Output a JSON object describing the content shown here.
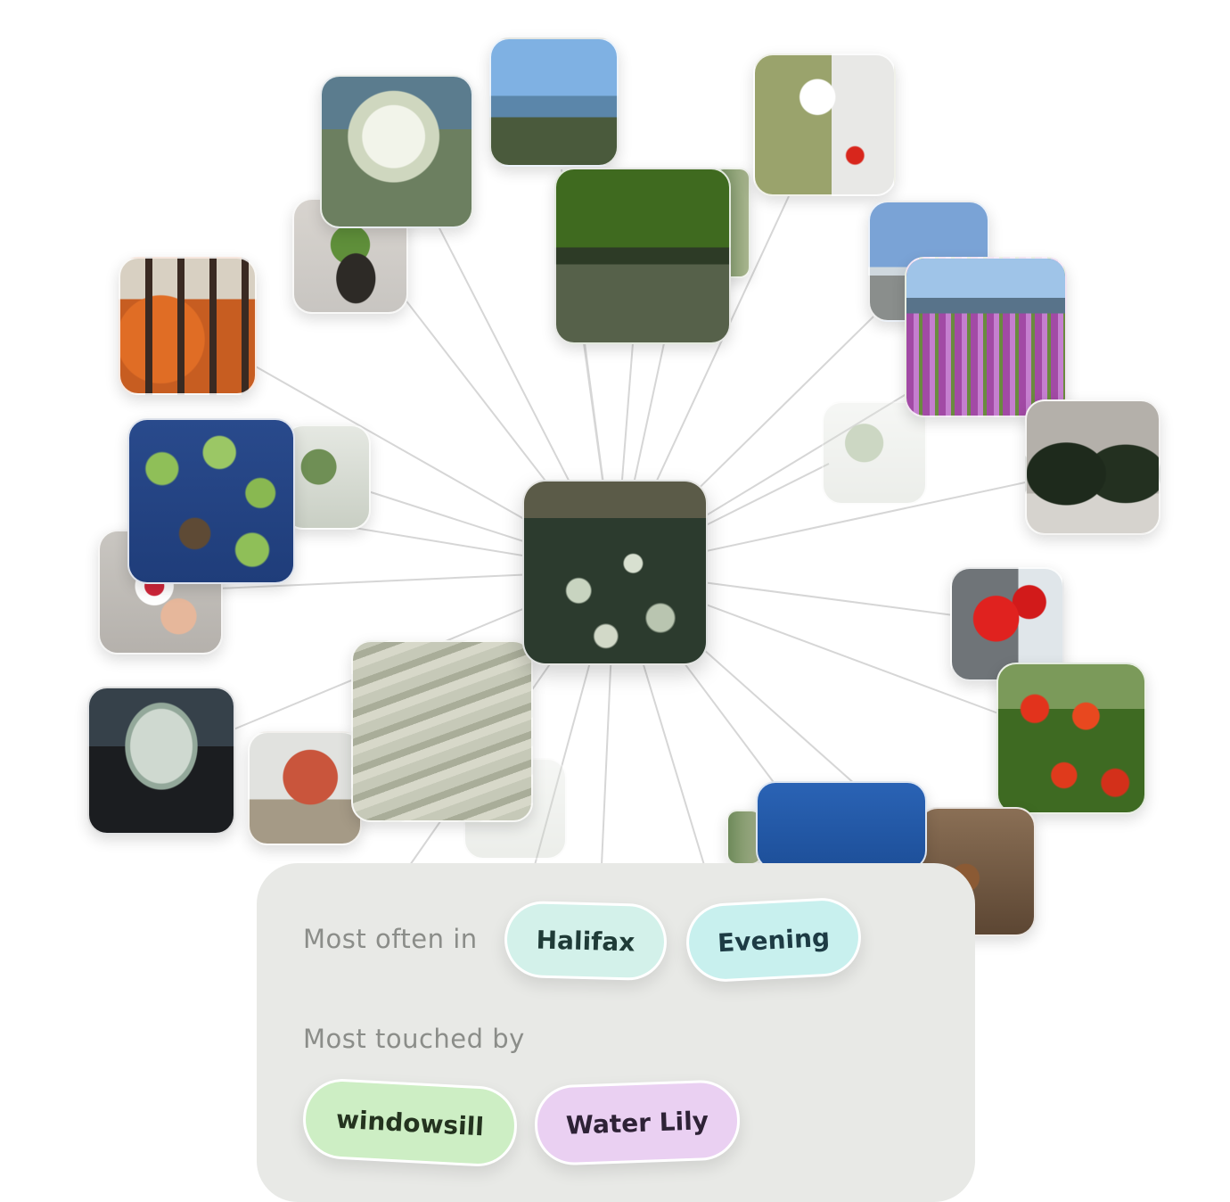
{
  "icons": {
    "center": "water-lily-photo",
    "neighbors": [
      "river-photo",
      "dandelion-photo",
      "beach-sky-photo",
      "white-poppy-photo",
      "potted-plant-photo",
      "autumn-forest-photo",
      "beach-photo",
      "fireweed-photo",
      "houseplant-faded-photo",
      "snowy-trees-photo",
      "lily-pads-duck-photo",
      "houseplant-photo",
      "flower-in-hand-photo",
      "cactus-photo",
      "red-tree-photo",
      "sandy-water-photo",
      "faded-plant-photo",
      "red-flowers-photo",
      "poppies-photo",
      "ocean-photo",
      "moss-photo",
      "squirrel-photo"
    ]
  },
  "info_card": {
    "location_label": "Most often in",
    "location_chips": [
      {
        "label": "Halifax",
        "color": "#d3f1ea",
        "text_color": "#1f3b37"
      },
      {
        "label": "Evening",
        "color": "#c8f0ee",
        "text_color": "#1d3b44"
      }
    ],
    "touched_label": "Most touched by",
    "touched_chips": [
      {
        "label": "windowsill",
        "color": "#cdeec4",
        "text_color": "#24331f"
      },
      {
        "label": "Water Lily",
        "color": "#ead0f2",
        "text_color": "#2e2236"
      }
    ]
  }
}
